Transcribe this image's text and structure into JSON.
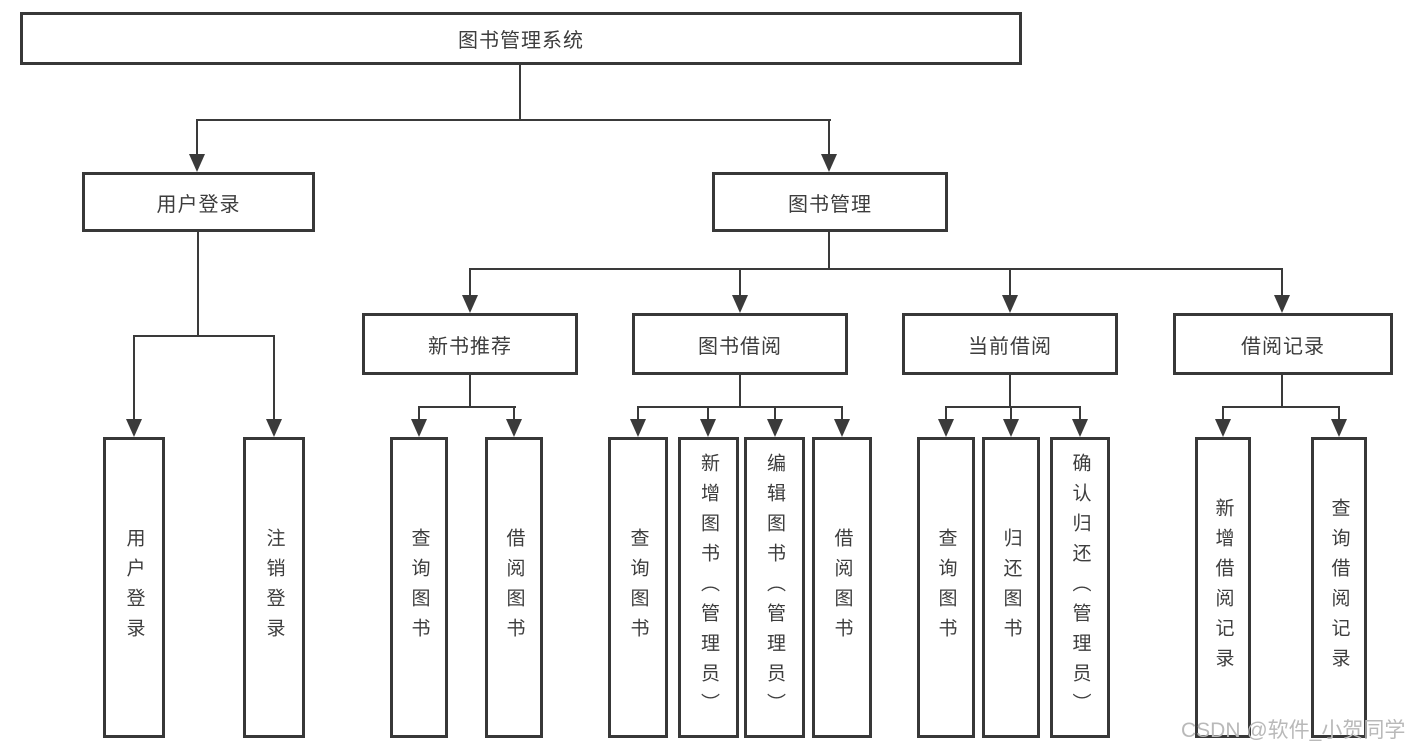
{
  "diagram_title": "图书管理系统",
  "tree": {
    "label": "图书管理系统",
    "children": [
      {
        "label": "用户登录",
        "children": [
          {
            "label": "用户登录"
          },
          {
            "label": "注销登录"
          }
        ]
      },
      {
        "label": "图书管理",
        "children": [
          {
            "label": "新书推荐",
            "children": [
              {
                "label": "查询图书"
              },
              {
                "label": "借阅图书"
              }
            ]
          },
          {
            "label": "图书借阅",
            "children": [
              {
                "label": "查询图书"
              },
              {
                "label": "新增图书（管理员）"
              },
              {
                "label": "编辑图书（管理员）"
              },
              {
                "label": "借阅图书"
              }
            ]
          },
          {
            "label": "当前借阅",
            "children": [
              {
                "label": "查询图书"
              },
              {
                "label": "归还图书"
              },
              {
                "label": "确认归还（管理员）"
              }
            ]
          },
          {
            "label": "借阅记录",
            "children": [
              {
                "label": "新增借阅记录"
              },
              {
                "label": "查询借阅记录"
              }
            ]
          }
        ]
      }
    ]
  },
  "watermark": "CSDN @软件_小贺同学",
  "colors": {
    "background": "#ffffff",
    "box_border": "#383838",
    "connector_line": "#3a3a3a",
    "text": "#3d3d3d",
    "watermark_text": "#b9b9b9"
  }
}
